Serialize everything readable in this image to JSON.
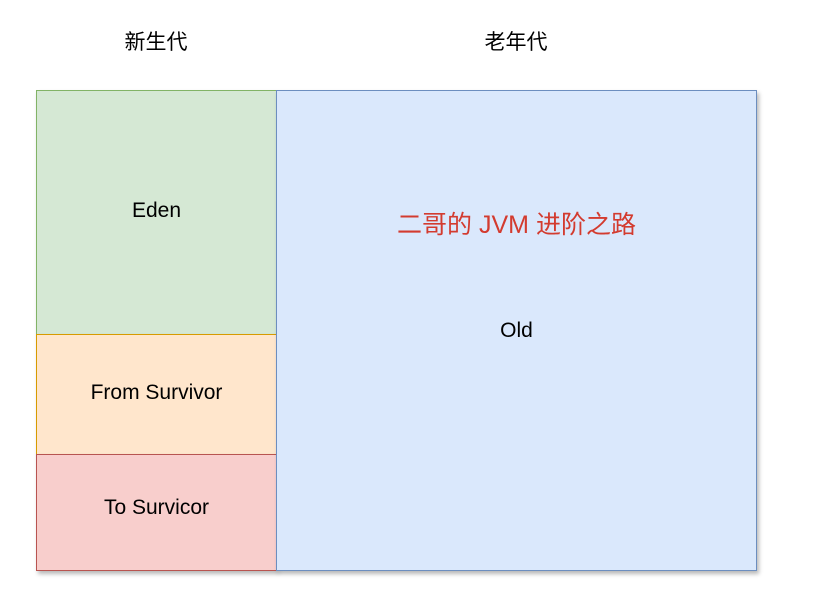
{
  "headers": {
    "young_generation": "新生代",
    "old_generation": "老年代"
  },
  "regions": {
    "eden": "Eden",
    "from_survivor": "From Survivor",
    "to_survivor": "To Survicor",
    "old": "Old"
  },
  "watermark": "二哥的 JVM 进阶之路",
  "colors": {
    "eden_fill": "#d5e8d4",
    "eden_border": "#82b366",
    "from_fill": "#ffe6cc",
    "from_border": "#d79b00",
    "to_fill": "#f8cecc",
    "to_border": "#b85450",
    "old_fill": "#dae8fc",
    "old_border": "#6c8ebf",
    "watermark_text": "#d33b2f"
  }
}
